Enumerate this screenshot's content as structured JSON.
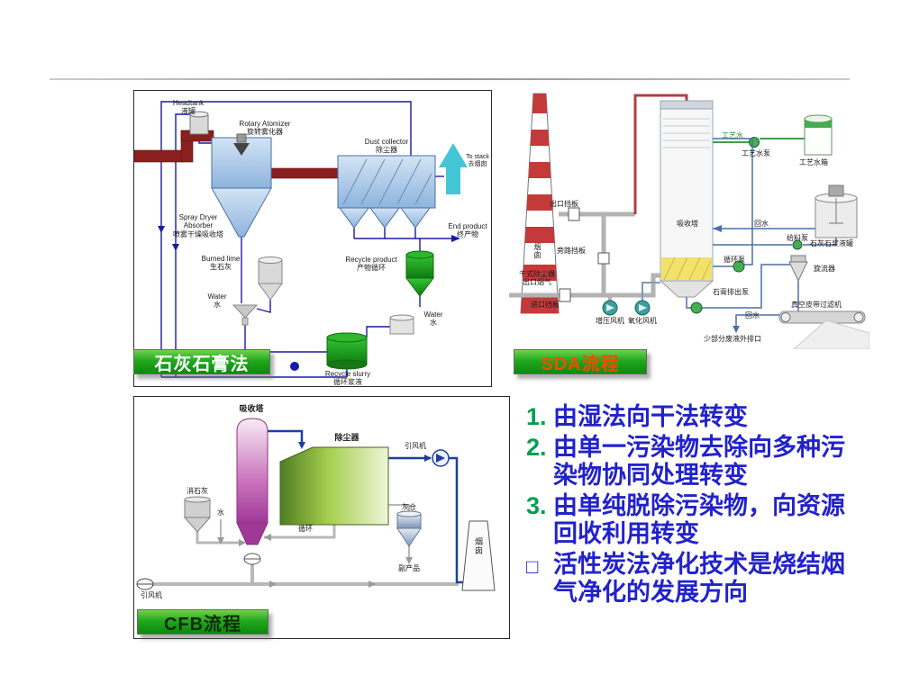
{
  "slide": {
    "accent_green": "#17a017",
    "bullet_text_color": "#2222cc",
    "bullet_number_color": "#00a050"
  },
  "limestone": {
    "tag": "石灰石膏法",
    "tag_color": "#ffffff",
    "labels": {
      "headtank_en": "Headtank",
      "headtank_cn": "液罐",
      "rotary_en": "Rotary Atomizer",
      "rotary_cn": "旋转雾化器",
      "dust_en": "Dust collector",
      "dust_cn": "除尘器",
      "stack_en": "To stack",
      "stack_cn": "去烟囱",
      "absorber_en1": "Spray Dryer",
      "absorber_en2": "Absorber",
      "absorber_cn": "喷雾干燥吸收塔",
      "end_en": "End product",
      "end_cn": "终产物",
      "lime_en": "Burned lime",
      "lime_cn": "生石灰",
      "recycle_en": "Recycle product",
      "recycle_cn": "产物循环",
      "water1_en": "Water",
      "water1_cn": "水",
      "water2_en": "Water",
      "water2_cn": "水",
      "slurry_en": "Recycle slurry",
      "slurry_cn": "循环浆液"
    }
  },
  "sda": {
    "tag": "SDA流程",
    "tag_color": "#ff4800",
    "labels": {
      "chimney": "烟囱",
      "outlet_damper": "出口挡板",
      "bypass_damper": "旁路挡板",
      "esp_line1": "干式除尘器",
      "esp_line2": "出口烟气",
      "inlet_damper": "进口挡板",
      "booster_fan": "增压风机",
      "oxid_fan": "氧化风机",
      "tower": "吸收塔",
      "process_water": "工艺水",
      "process_water_pump": "工艺水泵",
      "process_water_tank": "工艺水箱",
      "return_water_1": "回水",
      "feed_pump": "给料泵",
      "slurry_tank": "石灰石浆液罐",
      "circulation_pump": "循环泵",
      "gypsum_pump": "石膏排出泵",
      "cyclone": "旋流器",
      "belt_filter": "真空皮带过滤机",
      "return_water_2": "回水",
      "waste_outlet": "少部分废液外排口"
    }
  },
  "cfb": {
    "tag": "CFB流程",
    "tag_color": "#112b00",
    "labels": {
      "tower": "吸收塔",
      "dust_collector": "除尘器",
      "id_fan": "引风机",
      "hydrated_lime": "消石灰",
      "water": "水",
      "recycle": "循环",
      "ash_silo": "灰仓",
      "byproduct": "副产品",
      "chimney": "烟囱",
      "inlet_fan": "引风机"
    }
  },
  "bullets": {
    "items": [
      {
        "marker": "1.",
        "text": "由湿法向干法转变"
      },
      {
        "marker": "2.",
        "text": "由单一污染物去除向多种污染物协同处理转变"
      },
      {
        "marker": "3.",
        "text": "由单纯脱除污染物，向资源回收利用转变"
      },
      {
        "marker": "□",
        "text": "活性炭法净化技术是烧结烟气净化的发展方向"
      }
    ]
  }
}
